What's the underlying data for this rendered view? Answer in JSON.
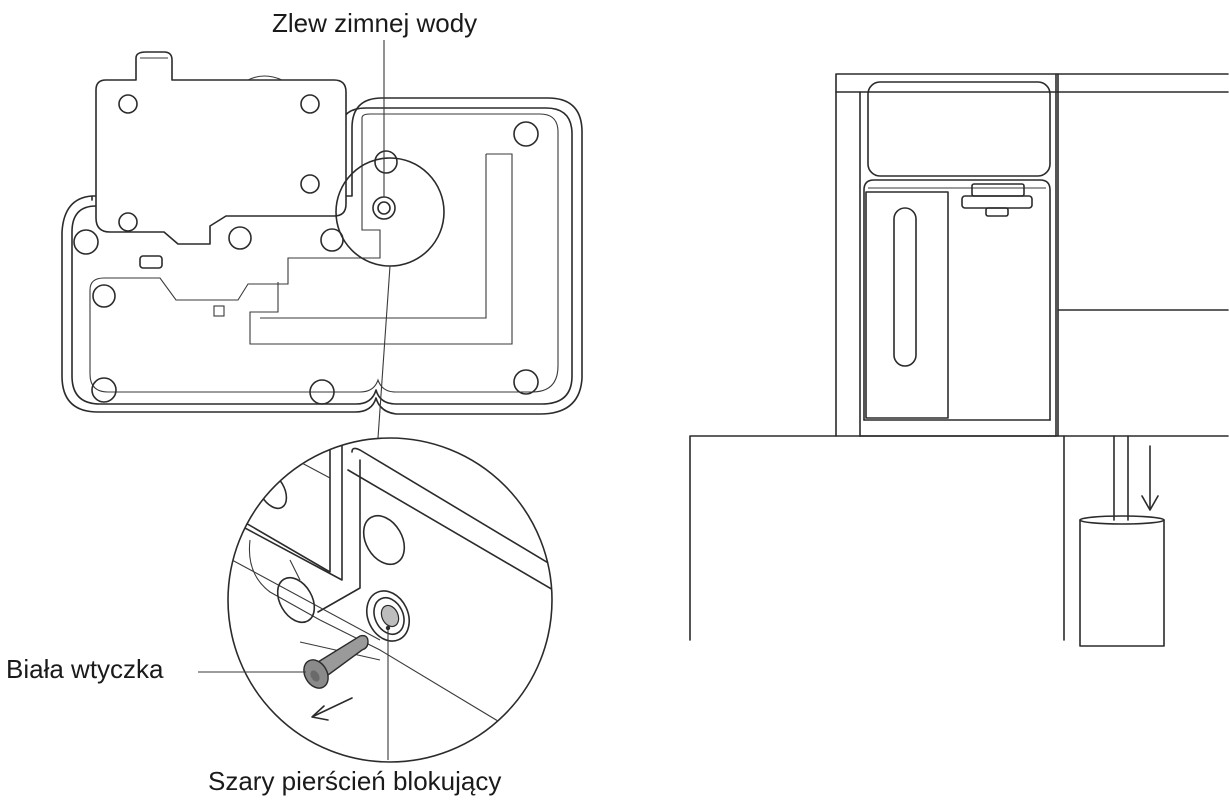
{
  "labels": {
    "cold_water_drain": "Zlew zimnej wody",
    "white_plug": "Biała wtyczka",
    "grey_locking_ring": "Szary pierścień blokujący"
  },
  "colors": {
    "line": "#2b2b2b",
    "background": "#ffffff",
    "plug_fill": "#9a9a9a"
  },
  "icons": {
    "pull_arrow": "arrow-down-left-icon",
    "drain_arrow": "arrow-down-icon"
  }
}
